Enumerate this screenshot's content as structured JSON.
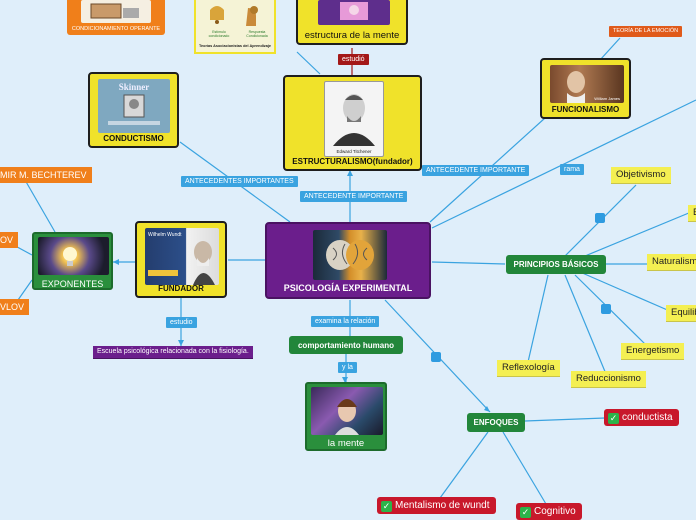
{
  "central": {
    "title": "PSICOLOGÍA EXPERIMENTAL"
  },
  "nodes": {
    "estructuralismo": {
      "title": "ESTRUCTURALISMO(fundador)",
      "photo_caption": "Edward Titchener"
    },
    "conductismo": {
      "title": "CONDUCTISMO",
      "image_text": "Skinner"
    },
    "fundador": {
      "title": "FUNDADOR",
      "image_text": "Wilhelm Wundt"
    },
    "exponentes": {
      "title": "EXPONENTES"
    },
    "funcionalismo": {
      "title": "FUNCIONALISMO",
      "image_text": "William James"
    },
    "estructura_mente": {
      "title": "estructura de la mente"
    },
    "la_mente": {
      "title": "la mente"
    },
    "principios": {
      "title": "PRINCIPIOS BÁSICOS"
    },
    "enfoques": {
      "title": "ENFOQUES"
    },
    "comportamiento": {
      "title": "comportamiento humano"
    },
    "top_left_card": {
      "title": "CONDICIONAMIENTO OPERANTE"
    },
    "top_mid_card": {
      "title": "Teorías Asociacionistas del Aprendizaje",
      "label_a": "Estímulo condicionado",
      "label_b": "Respuesta Condicionada"
    }
  },
  "principles": [
    "Objetivismo",
    "Naturalismo",
    "Equilibrio",
    "Energetismo",
    "Reduccionismo",
    "Reflexología",
    "E"
  ],
  "enfoques_items": [
    "conductista",
    "Mentalismo de wundt",
    "Cognitivo"
  ],
  "link_labels": {
    "antecedentes_importantes": "ANTECEDENTES IMPORTANTES",
    "antecedente_importante": "ANTECEDENTE IMPORTANTE",
    "antecedente_importante_2": "ANTECEDENTE IMPORTANTE",
    "estudio": "estudió",
    "estudio_fundador": "estudio",
    "examina": "examina la relación",
    "y_la": "y la",
    "rama": "rama"
  },
  "side_labels": {
    "bechterev": "MIR M. BECHTEREV",
    "ov": "OV",
    "vlov": "VLOV",
    "teoria_emocion": "TEORÍA DE LA EMOCIÓN"
  },
  "escuela": "Escuela psicológica relacionada con la fisiología."
}
